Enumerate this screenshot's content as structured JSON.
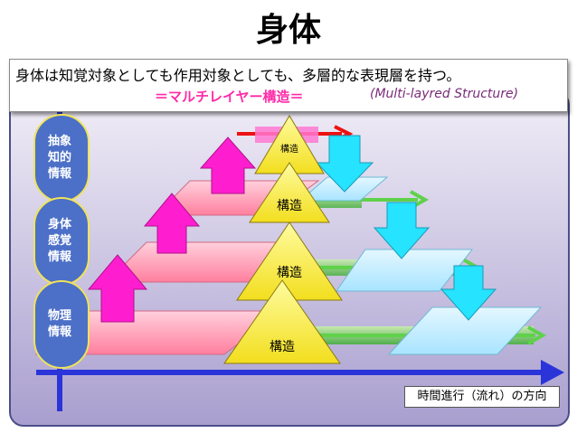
{
  "title": "身体",
  "caption": {
    "line1": "身体は知覚対象としても作用対象としても、多層的な表現層を持つ。",
    "line2": "＝マルチレイヤー構造＝",
    "line3": "(Multi-layred Structure)"
  },
  "levels": [
    {
      "label": "抽象\n知的\n情報"
    },
    {
      "label": "身体\n感覚\n情報"
    },
    {
      "label": "物理\n情報"
    }
  ],
  "structure_label": "構造",
  "time_label": "時間進行（流れ）の方向",
  "colors": {
    "panel_border": "#4b4f88",
    "level_circle": "#4c6fc7",
    "input_arrow": "#ff1ecf",
    "output_arrow": "#26e3ff",
    "pink_plane": "#ff8fa8",
    "cyan_plane": "#cbefff",
    "green_band": "#5fd14a",
    "axis": "#2a34d8"
  }
}
